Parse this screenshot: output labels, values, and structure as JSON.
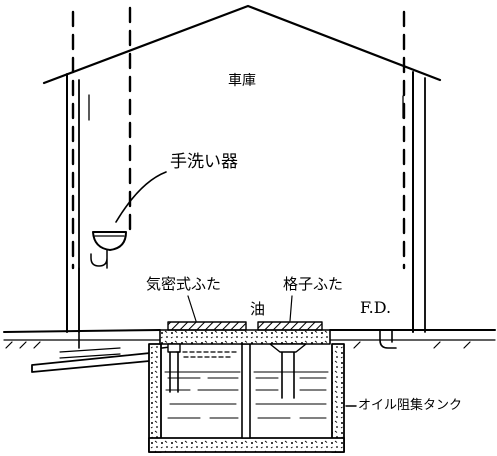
{
  "diagram": {
    "labels": {
      "garage": "車庫",
      "hand_wash_basin": "手洗い器",
      "airtight_lid": "気密式ふた",
      "oil": "油",
      "grid_lid": "格子ふた",
      "floor_drain": "F.D.",
      "oil_interceptor_tank": "オイル阻集タンク"
    },
    "colors": {
      "ink": "#000000",
      "background": "#ffffff"
    }
  }
}
